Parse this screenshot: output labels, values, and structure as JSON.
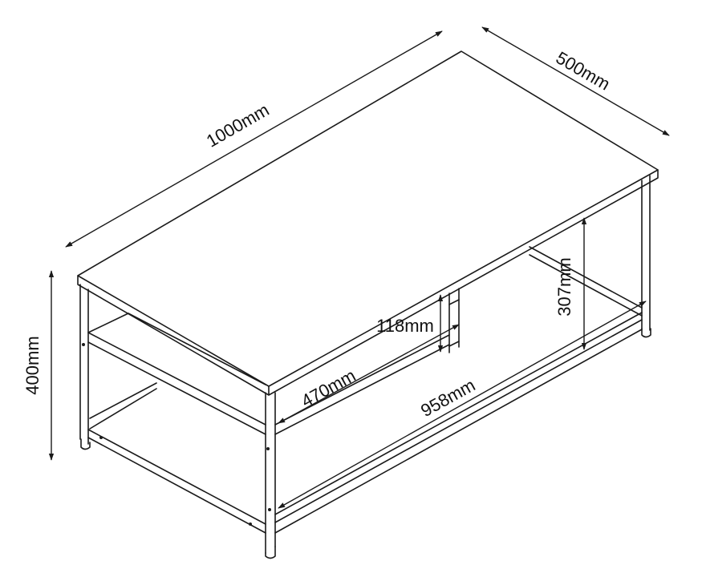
{
  "dimensions": {
    "length": "1000mm",
    "depth": "500mm",
    "height": "400mm",
    "shelf_gap": "118mm",
    "shelf_depth": "470mm",
    "bottom_length": "958mm",
    "clearance": "307mm"
  },
  "colors": {
    "line": "#1a1a1a",
    "background": "#ffffff"
  }
}
